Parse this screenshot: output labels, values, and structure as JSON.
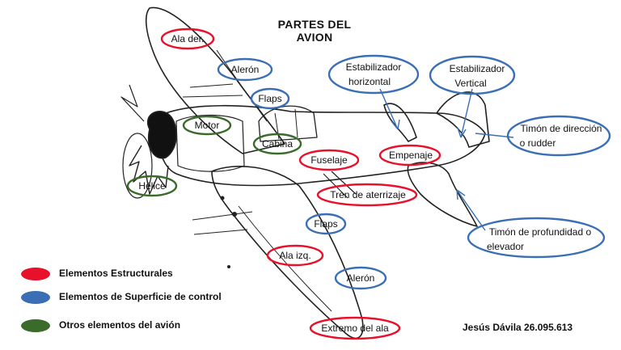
{
  "title_line1": "PARTES DEL",
  "title_line2": "AVION",
  "author": "Jesús Dávila 26.095.613",
  "colors": {
    "structural": "#e8102a",
    "control": "#3a6fb5",
    "other": "#3b6b2a"
  },
  "labels": {
    "ala_der": "Ala der.",
    "aleron_top": "Alerón",
    "flaps_top": "Flaps",
    "motor": "Motor",
    "cabina": "Cabina",
    "fuselaje": "Fuselaje",
    "empenaje": "Empenaje",
    "helice": "Hélice",
    "tren": "Tren de aterrizaje",
    "flaps_bottom": "Flaps",
    "ala_izq": "Ala izq.",
    "aleron_bottom": "Alerón",
    "extremo": "Extremo del ala",
    "estab_h_1": "Estabilizador",
    "estab_h_2": "horizontal",
    "estab_v_1": "Estabilizador",
    "estab_v_2": "Vertical",
    "timon_dir_1": "Timón de dirección",
    "timon_dir_2": "o rudder",
    "timon_prof_1": "Timón de profundidad o",
    "timon_prof_2": "elevador"
  },
  "legend": {
    "structural": "Elementos Estructurales",
    "control": "Elementos de Superficie de control",
    "other": "Otros elementos del avión"
  }
}
